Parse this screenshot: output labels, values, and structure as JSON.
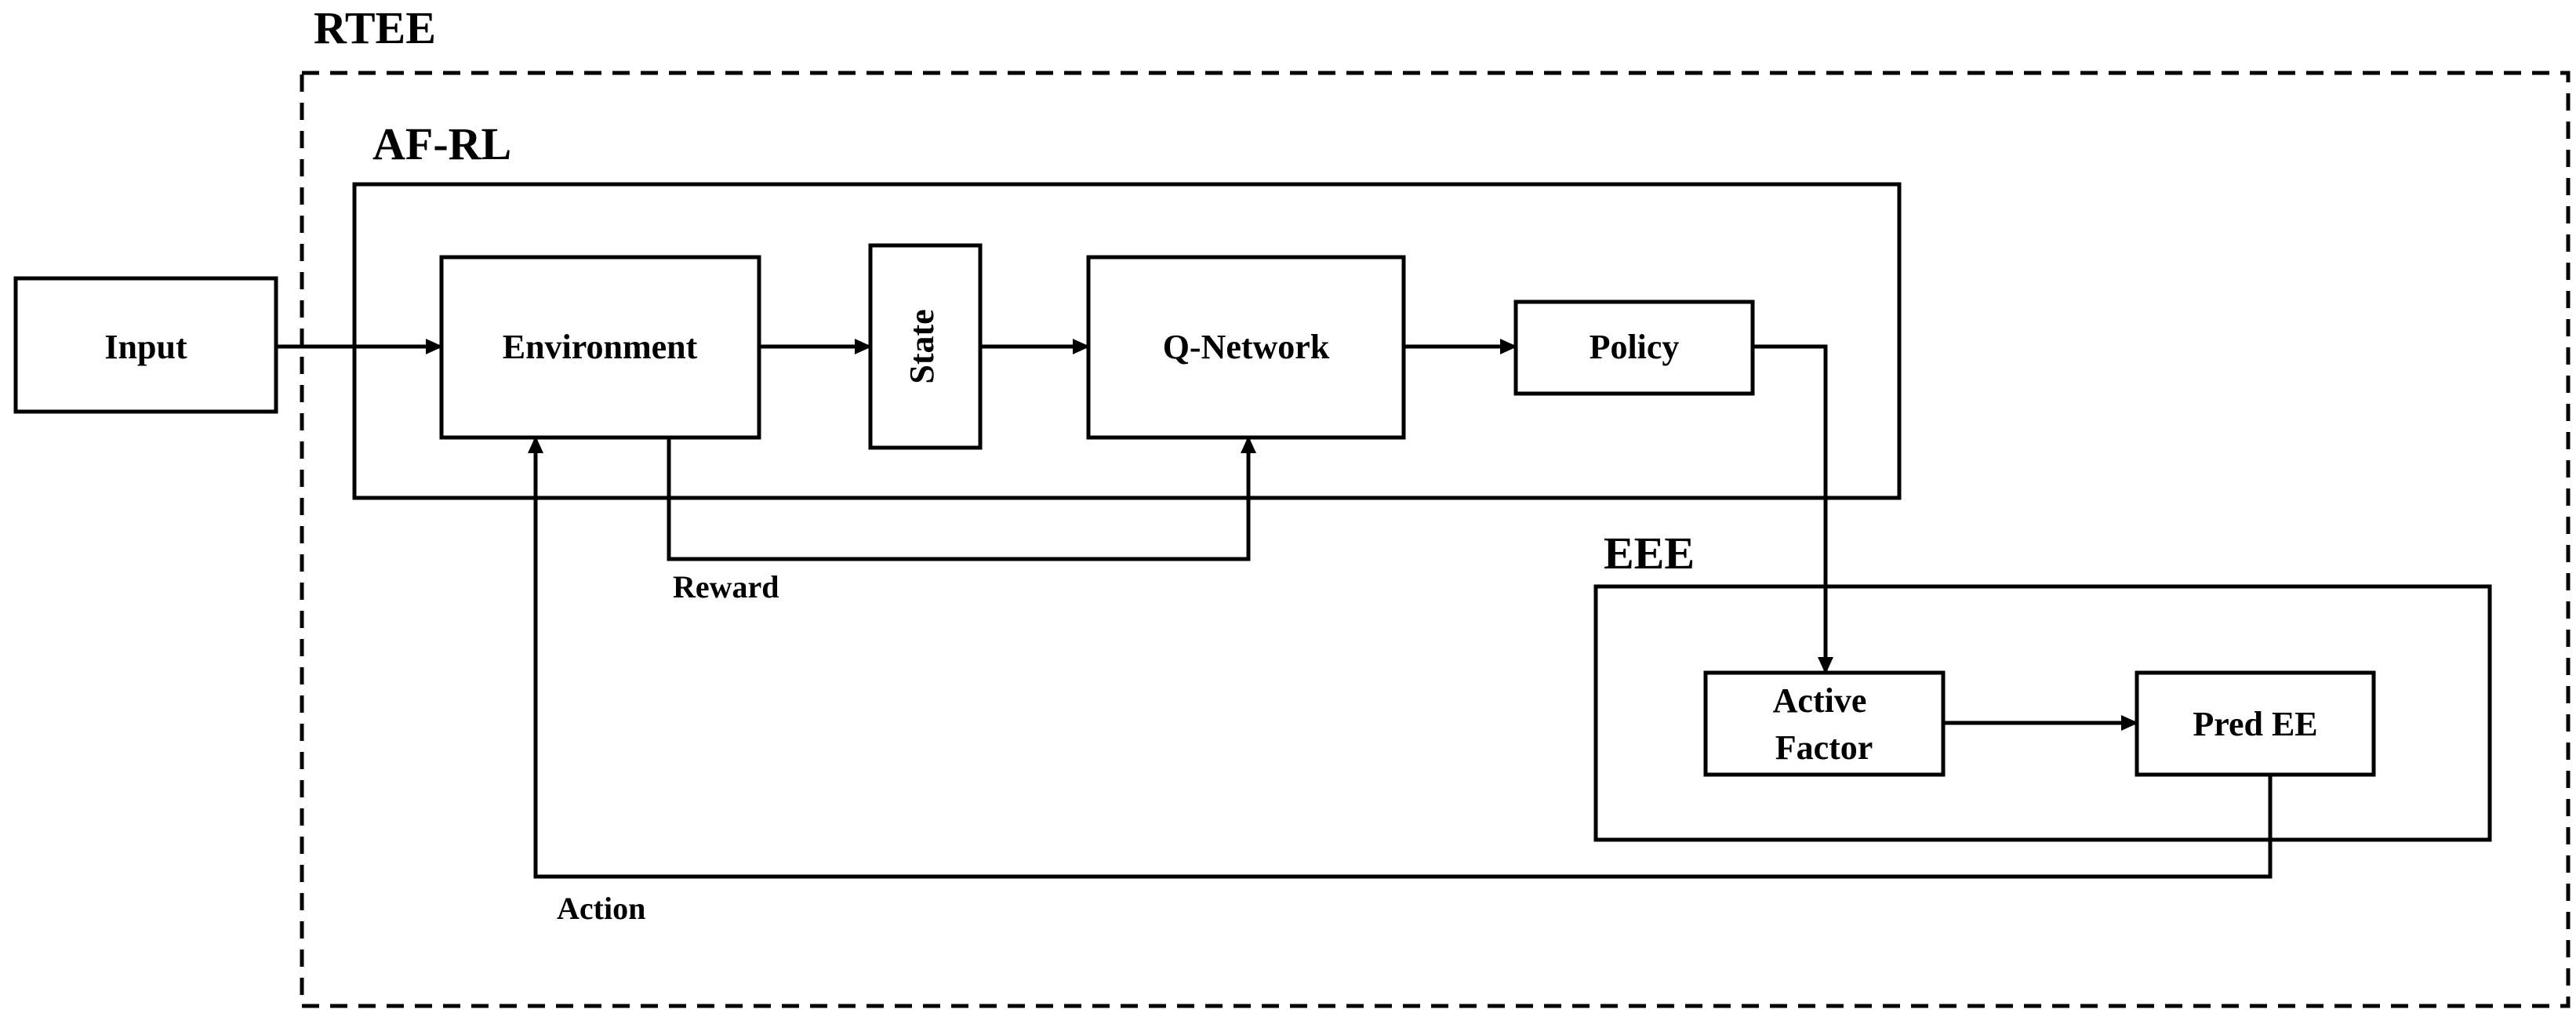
{
  "groups": {
    "outer": "RTEE",
    "afrl": "AF-RL",
    "eee": "EEE"
  },
  "nodes": {
    "input": "Input",
    "environment": "Environment",
    "state": "State",
    "qnetwork": "Q-Network",
    "policy": "Policy",
    "active_factor_line1": "Active",
    "active_factor_line2": "Factor",
    "pred_ee": "Pred EE"
  },
  "edges": {
    "reward": "Reward",
    "action": "Action"
  }
}
